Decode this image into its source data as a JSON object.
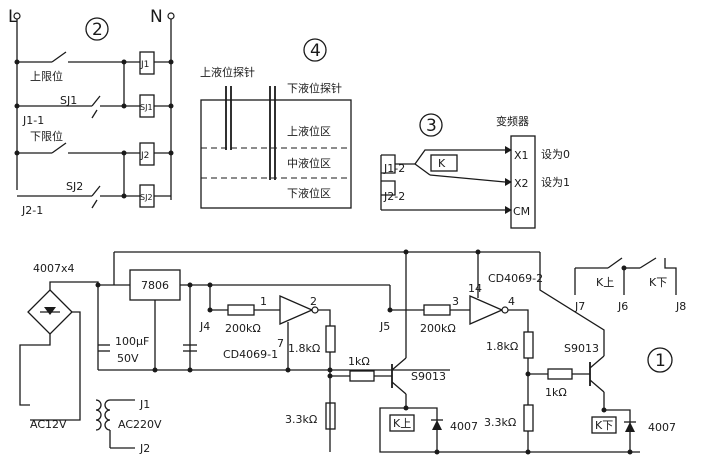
{
  "labels": {
    "L": "L",
    "N": "N",
    "sec2": "2",
    "sec4": "4",
    "sec3": "3",
    "sec1": "1",
    "upper_limit": "上限位",
    "lower_limit": "下限位",
    "sj1": "SJ1",
    "sj2": "SJ2",
    "j1_1": "J1-1",
    "j2_1": "J2-1",
    "relay_j1": "J1",
    "relay_sj1": "SJ1",
    "relay_j2": "J2",
    "relay_sj2": "SJ2",
    "upper_probe": "上液位探针",
    "lower_probe": "下液位探针",
    "upper_zone": "上液位区",
    "mid_zone": "中液位区",
    "lower_zone": "下液位区",
    "inverter": "变频器",
    "j1_2": "J1-2",
    "j2_2": "J2-2",
    "k": "K",
    "x1": "X1",
    "x2": "X2",
    "cm": "CM",
    "set0": "设为0",
    "set1": "设为1",
    "diodes": "4007x4",
    "reg": "7806",
    "cap": "100μF",
    "cap_v": "50V",
    "ac12": "AC12V",
    "ac220": "AC220V",
    "j1": "J1",
    "j2": "J2",
    "r200k_a": "200kΩ",
    "r200k_b": "200kΩ",
    "j4": "J4",
    "j5": "J5",
    "pin1": "1",
    "pin2": "2",
    "pin3": "3",
    "pin4": "4",
    "pin7": "7",
    "pin14": "14",
    "cd1": "CD4069-1",
    "cd2": "CD4069-2",
    "r18_a": "1.8kΩ",
    "r18_b": "1.8kΩ",
    "r1k_a": "1kΩ",
    "r1k_b": "1kΩ",
    "r33_a": "3.3kΩ",
    "r33_b": "3.3kΩ",
    "s9013_a": "S9013",
    "s9013_b": "S9013",
    "k_up_coil": "K上",
    "k_down_coil": "K下",
    "d4007_a": "4007",
    "d4007_b": "4007",
    "k_up_sw": "K上",
    "k_down_sw": "K下",
    "j7": "J7",
    "j6": "J6",
    "j8": "J8"
  }
}
